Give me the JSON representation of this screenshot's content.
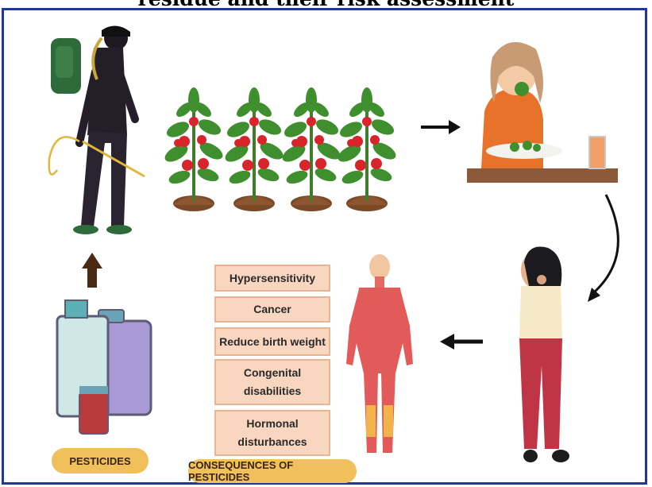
{
  "title": "residue and their risk assessment",
  "consequences": [
    "Hypersensitivity",
    "Cancer",
    "Reduce birth weight",
    "Congenital disabilities",
    "Hormonal disturbances"
  ],
  "labels": {
    "pesticides": "PESTICIDES",
    "consequences": "CONSEQUENCES OF PESTICIDES"
  },
  "colors": {
    "frame": "#1f3a8f",
    "box_fill": "#f8d6bf",
    "pill": "#f0c05a",
    "arrow_up": "#4a2a14"
  },
  "icons": [
    "farmer-spraying-icon",
    "tomato-plant-icon",
    "woman-eating-icon",
    "sick-woman-icon",
    "human-anatomy-icon",
    "pesticide-bottles-icon"
  ]
}
